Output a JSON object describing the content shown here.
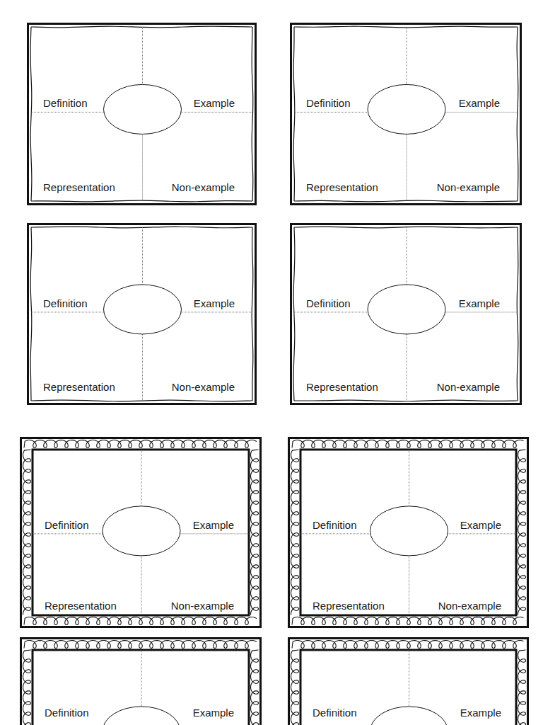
{
  "diagram": {
    "nodes": [
      {
        "text": [
          "Definition",
          "Example",
          "Representation",
          "Non-example"
        ]
      },
      {
        "text": [
          "Definition",
          "Example",
          "Representation",
          "Non-example"
        ]
      },
      {
        "text": [
          "Definition",
          "Example",
          "Representation",
          "Non-example"
        ]
      },
      {
        "text": [
          "Definition",
          "Example",
          "Representation",
          "Non-example"
        ]
      },
      {
        "text": [
          "Definition",
          "Example",
          "Representation",
          "Non-example"
        ]
      },
      {
        "text": [
          "Definition",
          "Example",
          "Representation",
          "Non-example"
        ]
      },
      {
        "text": [
          "Definition",
          "Example"
        ]
      },
      {
        "text": [
          "Definition",
          "Example"
        ]
      }
    ]
  }
}
